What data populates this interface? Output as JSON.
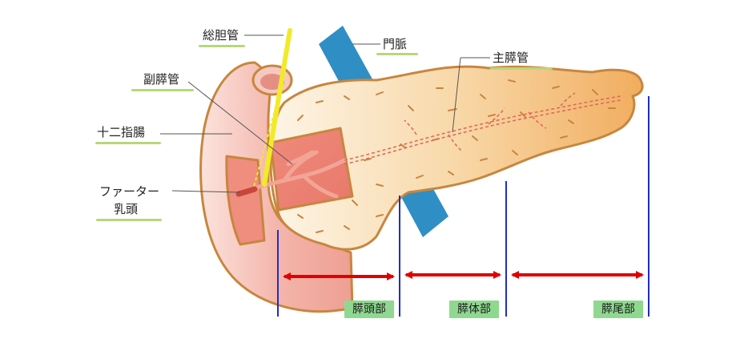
{
  "labels": {
    "common_bile_duct": "総胆管",
    "portal_vein": "門脈",
    "main_pancreatic_duct": "主膵管",
    "accessory_pancreatic_duct": "副膵管",
    "duodenum": "十二指腸",
    "vater_papilla_line1": "ファーター",
    "vater_papilla_line2": "乳頭"
  },
  "regions": {
    "head": "膵頭部",
    "body": "膵体部",
    "tail": "膵尾部"
  },
  "colors": {
    "pancreas_light": "#fbe9cf",
    "pancreas_orange": "#f3b56e",
    "outline": "#c8863e",
    "duodenum": "#f2b0a8",
    "duct": "#e06a5a",
    "bile": "#f1ea2a",
    "portal": "#2f8fc4",
    "divider": "#1f2fc0",
    "arrow": "#e00000",
    "tag_bg": "#8fd88f",
    "underline": "#b7d77a"
  }
}
